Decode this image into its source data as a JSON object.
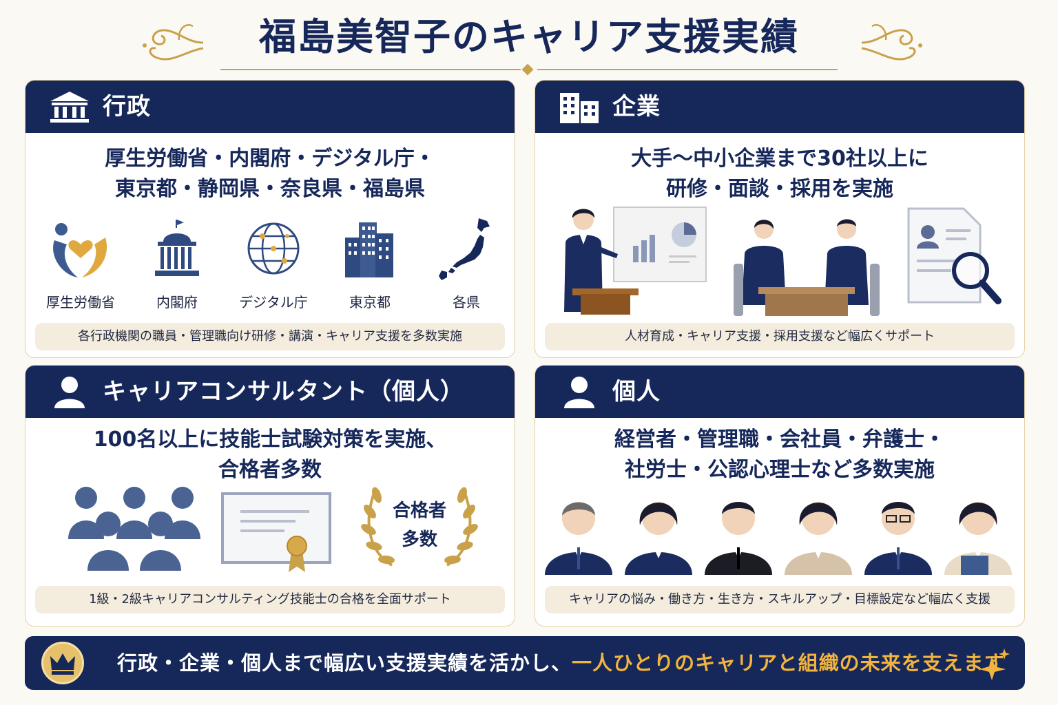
{
  "title": "福島美智子のキャリア支援実績",
  "colors": {
    "navy": "#16275a",
    "gold": "#c9a14a",
    "cream": "#f4ecdc",
    "highlight": "#f2b43c"
  },
  "gov": {
    "heading": "行政",
    "icon": "government-building-icon",
    "main_line1": "厚生労働省・内閣府・デジタル庁・",
    "main_line2": "東京都・静岡県・奈良県・福島県",
    "items": [
      {
        "label": "厚生労働省",
        "icon": "heart-people-icon"
      },
      {
        "label": "内閣府",
        "icon": "capitol-building-icon"
      },
      {
        "label": "デジタル庁",
        "icon": "globe-network-icon"
      },
      {
        "label": "東京都",
        "icon": "skyscraper-icon"
      },
      {
        "label": "各県",
        "icon": "japan-map-icon"
      }
    ],
    "note": "各行政機関の職員・管理職向け研修・講演・キャリア支援を多数実施"
  },
  "corp": {
    "heading": "企業",
    "icon": "office-buildings-icon",
    "main_line1": "大手〜中小企業まで30社以上に",
    "main_line2": "研修・面談・採用を実施",
    "illustrations": [
      "presenter-illustration",
      "interview-illustration",
      "resume-search-icon"
    ],
    "note": "人材育成・キャリア支援・採用支援など幅広くサポート"
  },
  "cc": {
    "heading": "キャリアコンサルタント（個人）",
    "icon": "person-icon",
    "main_line1": "100名以上に技能士試験対策を実施、",
    "main_line2": "合格者多数",
    "badge_line1": "合格者",
    "badge_line2": "多数",
    "illustrations": [
      "group-people-icon",
      "certificate-icon",
      "laurel-badge-icon"
    ],
    "note": "1級・2級キャリアコンサルティング技能士の合格を全面サポート"
  },
  "ind": {
    "heading": "個人",
    "icon": "person-icon",
    "main_line1": "経営者・管理職・会社員・弁護士・",
    "main_line2": "社労士・公認心理士など多数実施",
    "people_count": 6,
    "note": "キャリアの悩み・働き方・生き方・スキルアップ・目標設定など幅広く支援"
  },
  "footer": {
    "icon": "crown-icon",
    "message_plain": "行政・企業・個人まで幅広い支援実績を活かし、",
    "message_highlight": "一人ひとりのキャリアと組織の未来を支えます"
  }
}
